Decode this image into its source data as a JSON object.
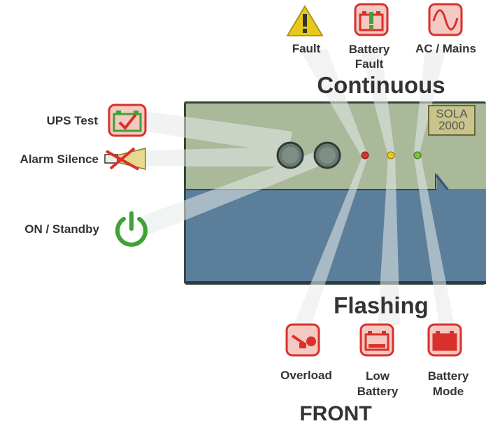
{
  "headings": {
    "continuous": "Continuous",
    "flashing": "Flashing",
    "front": "FRONT"
  },
  "device": {
    "logo_line1": "SOLA",
    "logo_line2": "2000"
  },
  "indicators_top": [
    {
      "label": "Fault",
      "icon": "warning-triangle-icon",
      "color": "#e8c81a"
    },
    {
      "label": "Battery Fault",
      "icon": "battery-fault-icon",
      "color": "#d9302c"
    },
    {
      "label": "AC / Mains",
      "icon": "sine-wave-icon",
      "color": "#d9302c"
    }
  ],
  "indicators_bottom": [
    {
      "label": "Overload",
      "icon": "overload-icon"
    },
    {
      "label": "Low Battery",
      "icon": "low-battery-icon"
    },
    {
      "label": "Battery Mode",
      "icon": "battery-mode-icon"
    }
  ],
  "controls_left": [
    {
      "label": "UPS Test",
      "icon": "battery-check-icon"
    },
    {
      "label": "Alarm Silence",
      "icon": "horn-muted-icon"
    },
    {
      "label": "ON / Standby",
      "icon": "power-icon"
    }
  ],
  "colors": {
    "panel_top": "#a9b99a",
    "panel_bottom": "#5b7e9b",
    "led_red": "#d9302c",
    "led_yellow": "#e8c81a",
    "led_green": "#7ac142",
    "icon_red": "#d9302c",
    "icon_green": "#3ea335"
  }
}
